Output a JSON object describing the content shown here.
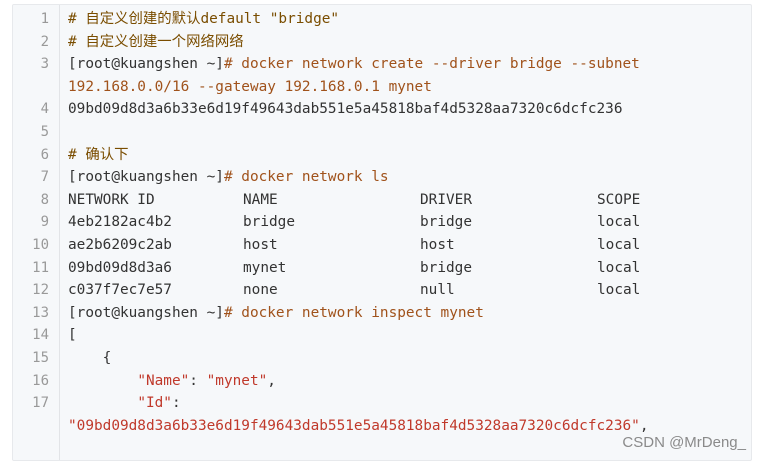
{
  "colors": {
    "background": "#f6f8fa",
    "line_number": "#999999",
    "comment": "#7a4d00",
    "command": "#a0521b",
    "string": "#c0392b",
    "text": "#333333",
    "watermark": "#8a8a8a"
  },
  "lines": [
    {
      "n": "1",
      "comment": "# 自定义创建的默认default \"bridge\""
    },
    {
      "n": "2",
      "comment": "# 自定义创建一个网络网络"
    },
    {
      "n": "3",
      "prompt": "[root@kuangshen ~]",
      "cmd": "# docker network create --driver bridge --subnet"
    },
    {
      "n": "",
      "cmd": "192.168.0.0/16 --gateway 192.168.0.1 mynet"
    },
    {
      "n": "4",
      "text": "09bd09d8d3a6b33e6d19f49643dab551e5a45818baf4d5328aa7320c6dcfc236"
    },
    {
      "n": "5"
    },
    {
      "n": "6",
      "comment": "# 确认下"
    },
    {
      "n": "7",
      "prompt": "[root@kuangshen ~]",
      "cmd": "# docker network ls"
    },
    {
      "n": "8",
      "cols": [
        "NETWORK ID",
        "NAME",
        "DRIVER",
        "SCOPE"
      ]
    },
    {
      "n": "9",
      "cols": [
        "4eb2182ac4b2",
        "bridge",
        "bridge",
        "local"
      ]
    },
    {
      "n": "10",
      "cols": [
        "ae2b6209c2ab",
        "host",
        "host",
        "local"
      ]
    },
    {
      "n": "11",
      "cols": [
        "09bd09d8d3a6",
        "mynet",
        "bridge",
        "local"
      ]
    },
    {
      "n": "12",
      "cols": [
        "c037f7ec7e57",
        "none",
        "null",
        "local"
      ]
    },
    {
      "n": "13",
      "prompt": "[root@kuangshen ~]",
      "cmd": "# docker network inspect mynet"
    },
    {
      "n": "14",
      "text": "["
    },
    {
      "n": "15",
      "text": "    {"
    },
    {
      "n": "16",
      "indent": "        ",
      "key": "\"Name\"",
      "sep": ": ",
      "val": "\"mynet\"",
      "end": ","
    },
    {
      "n": "17",
      "indent": "        ",
      "key": "\"Id\"",
      "sep": ":"
    },
    {
      "n": "",
      "val": "\"09bd09d8d3a6b33e6d19f49643dab551e5a45818baf4d5328aa7320c6dcfc236\"",
      "end": ","
    }
  ],
  "watermark": "CSDN @MrDeng_"
}
